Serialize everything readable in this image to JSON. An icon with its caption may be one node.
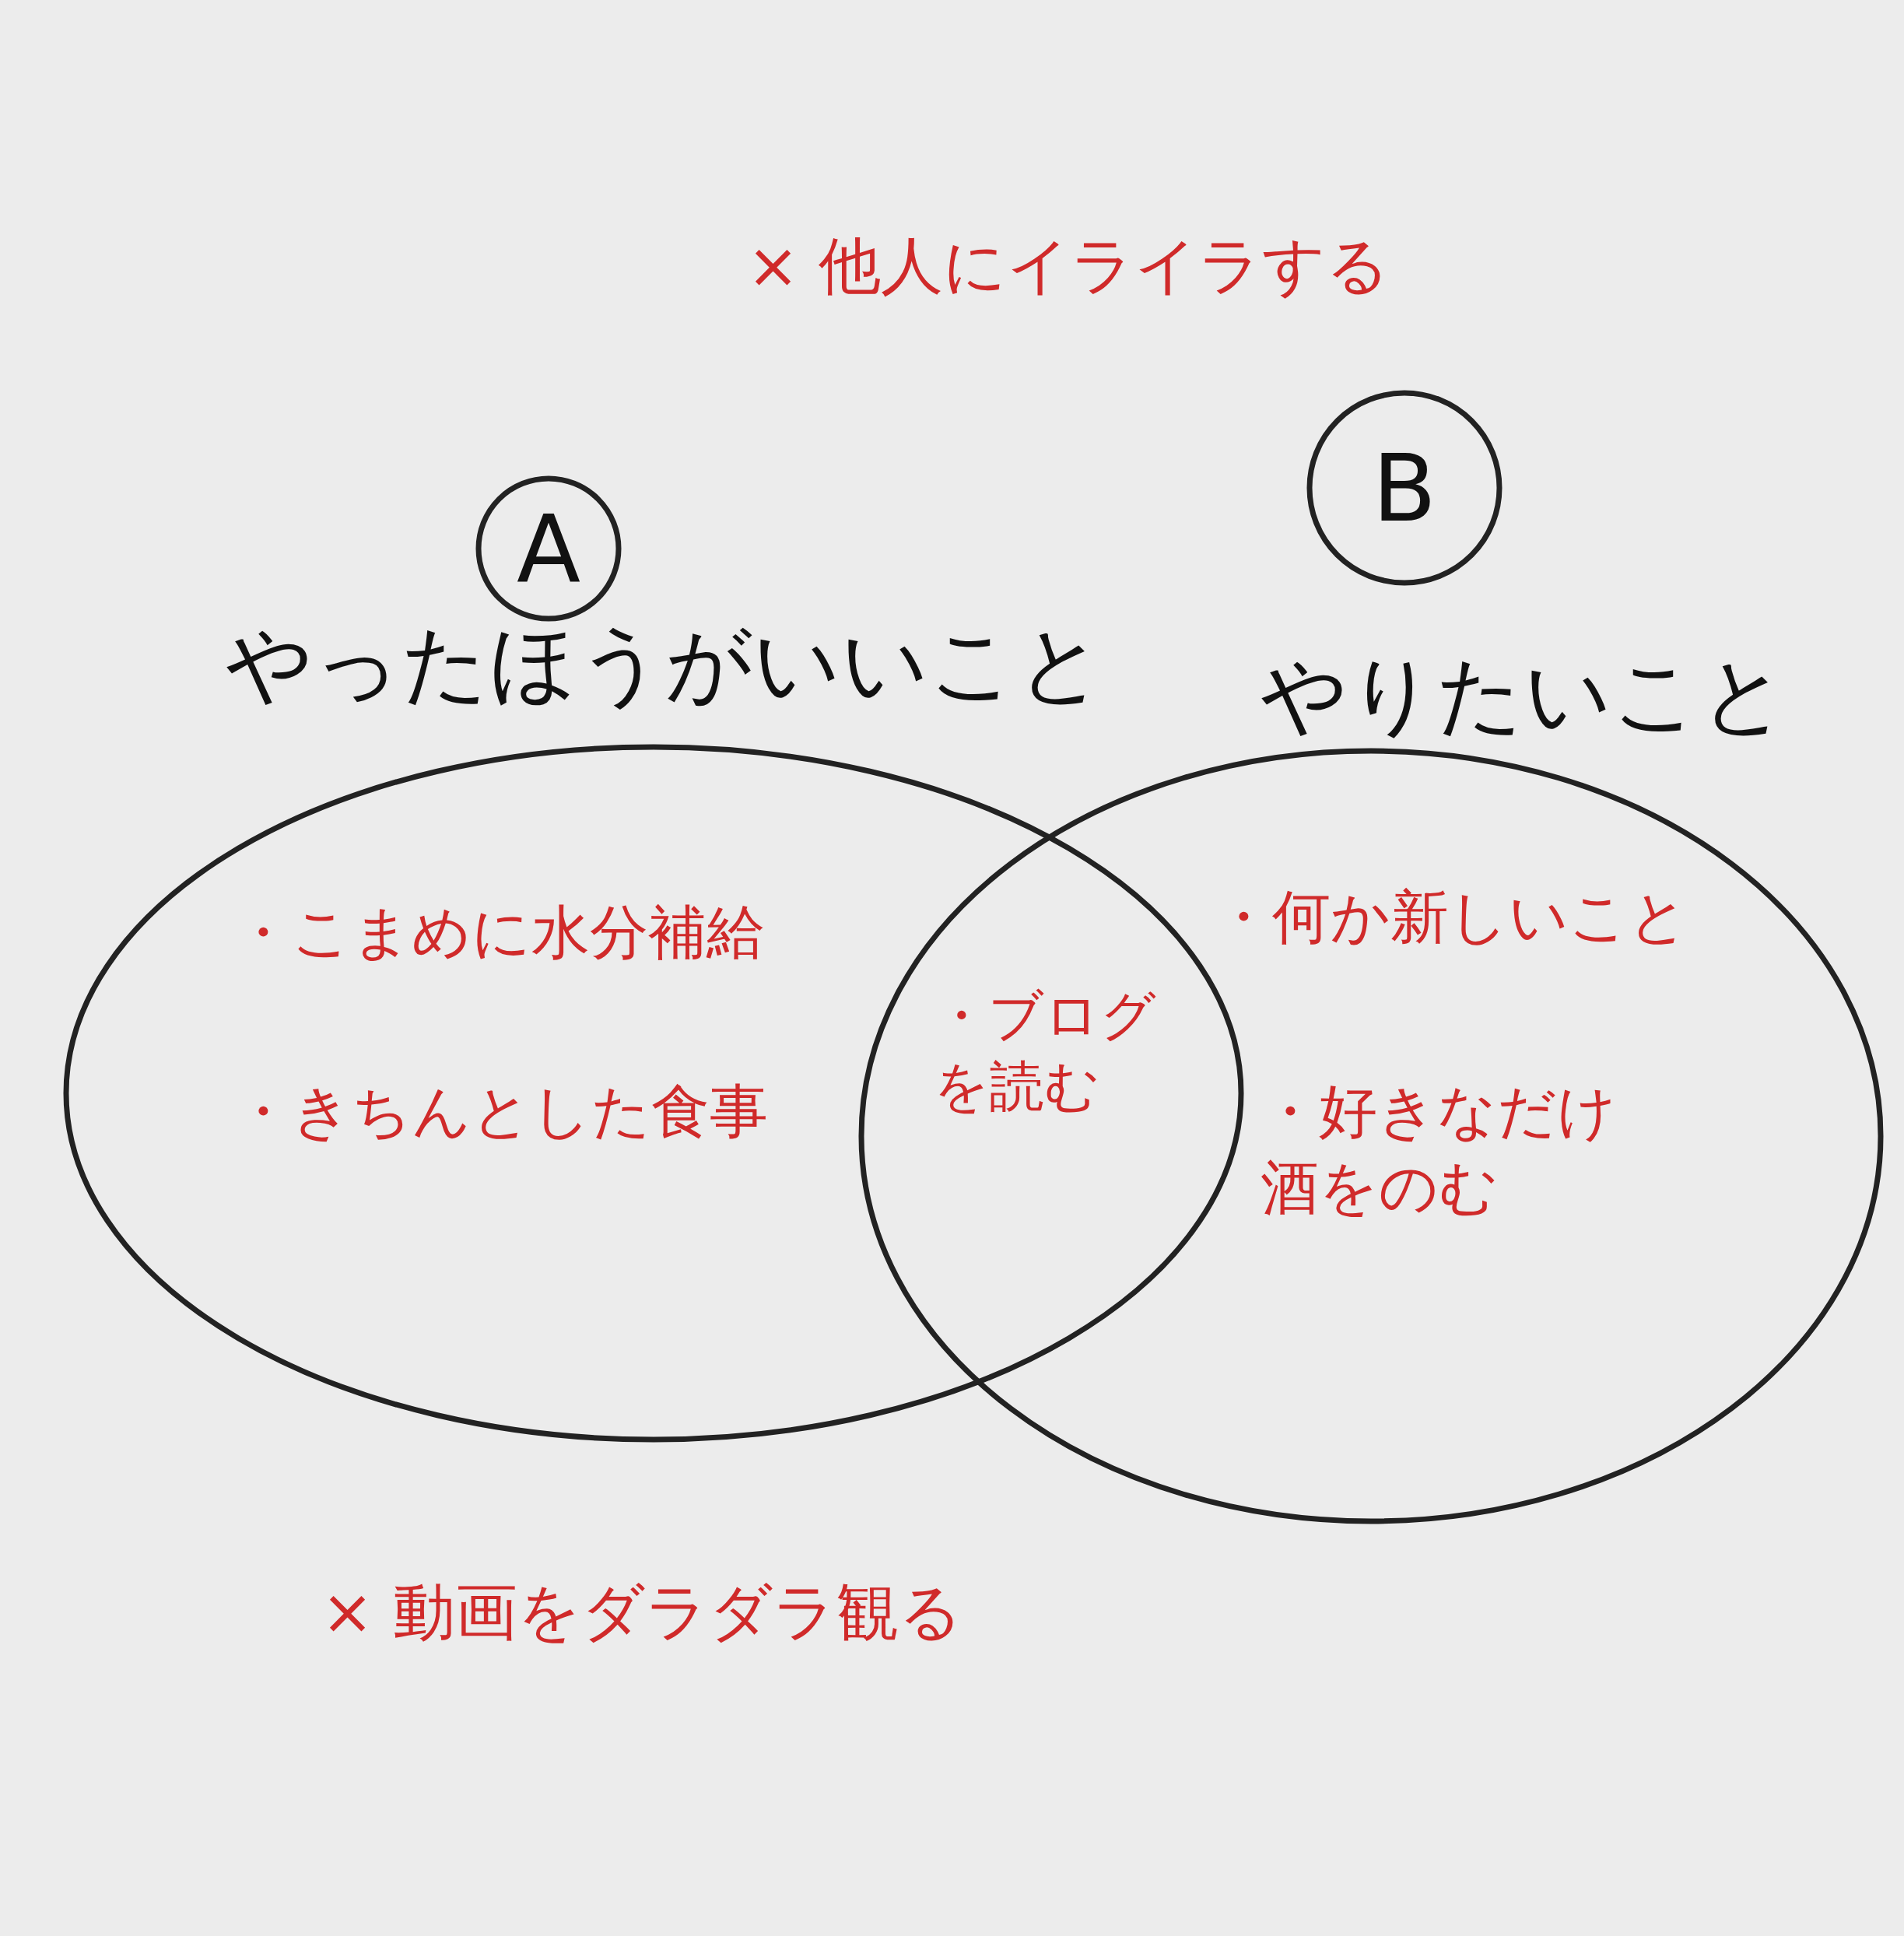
{
  "diagram": {
    "nodes": [
      {
        "text": [
          "A"
        ]
      },
      {
        "text": [
          "やったほうがいいこと"
        ]
      },
      {
        "text": [
          "B"
        ]
      },
      {
        "text": [
          "やりたいこと"
        ]
      }
    ],
    "edges": [],
    "labels": [
      "× 他人にイライラする",
      "・こまめに水分補給",
      "・きちんとした食事",
      "・ブログを読む",
      "・何か新しいこと",
      "・好きなだけ酒をのむ",
      "× 動画をダラダラ観る"
    ]
  }
}
